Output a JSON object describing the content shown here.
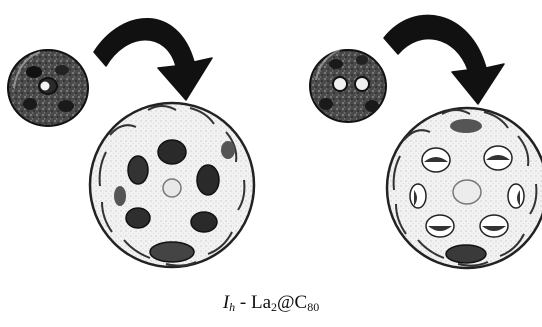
{
  "caption": {
    "symmetry": "I",
    "symmetry_sub": "h",
    "separator": " - La",
    "la_sub": "2",
    "at_c": "@C",
    "c_sub": "80"
  }
}
